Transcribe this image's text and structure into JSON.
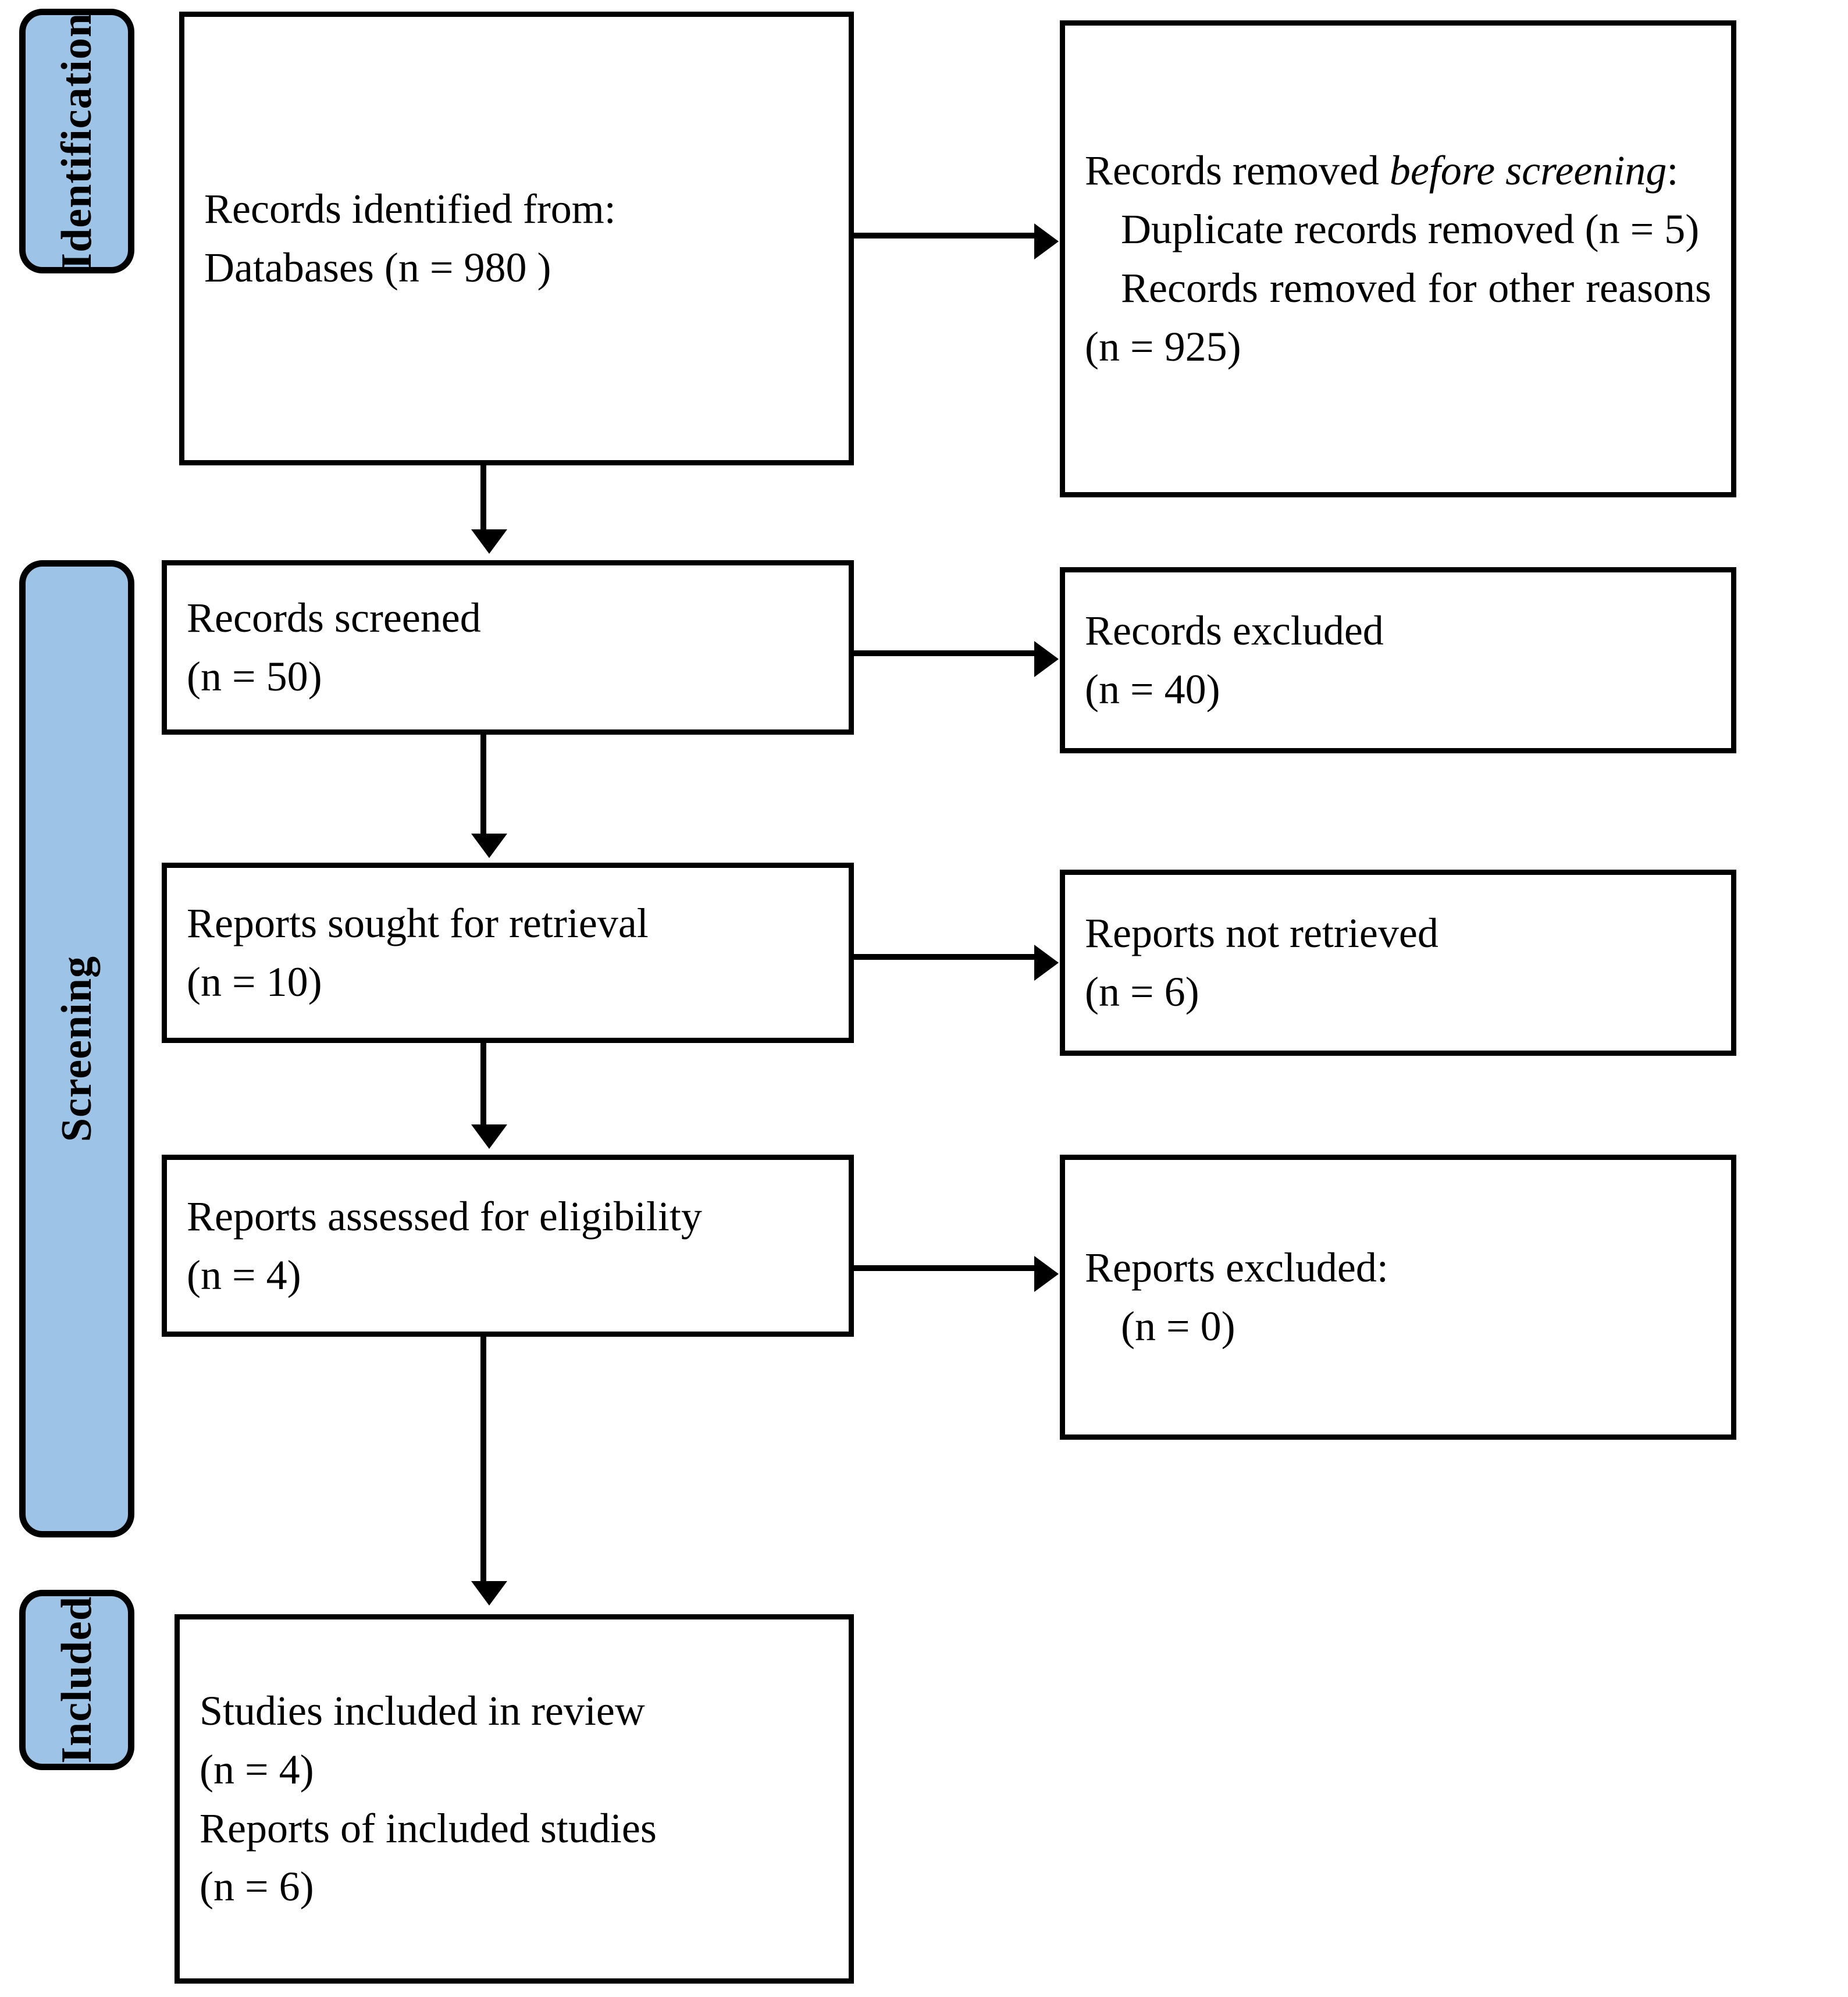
{
  "diagram": {
    "type": "prisma-flow-diagram",
    "accent_color": "#9DC3E6",
    "border_color": "#000000",
    "background_color": "#FFFFFF"
  },
  "stages": [
    {
      "id": "identification",
      "label": "Identification"
    },
    {
      "id": "screening",
      "label": "Screening"
    },
    {
      "id": "included",
      "label": "Included"
    }
  ],
  "boxes": {
    "records_identified": {
      "line1": "Records identified from:",
      "line2": "Databases (n = 980 )"
    },
    "records_removed_before_screening": {
      "line1": "Records removed ",
      "line1_italic": "before screening",
      "line1_tail": ":",
      "line2": "Duplicate records removed (n = 5)",
      "line3": "Records removed for other reasons (n = 925)"
    },
    "records_screened": {
      "line1": "Records screened",
      "line2": "(n = 50)"
    },
    "records_excluded": {
      "line1": "Records excluded",
      "line2": "(n = 40)"
    },
    "reports_sought": {
      "line1": "Reports sought for retrieval",
      "line2": "(n = 10)"
    },
    "reports_not_retrieved": {
      "line1": "Reports not retrieved",
      "line2": "(n = 6)"
    },
    "reports_assessed": {
      "line1": "Reports assessed for eligibility",
      "line2": "(n = 4)"
    },
    "reports_excluded": {
      "line1": "Reports excluded:",
      "line2": "(n = 0)"
    },
    "studies_included": {
      "line1": "Studies included in review",
      "line2": "(n = 4)",
      "line3": "Reports of included studies",
      "line4": "(n = 6)"
    }
  },
  "chart_data": {
    "type": "diagram",
    "title": "PRISMA 2020 flow diagram",
    "nodes": [
      {
        "id": "records_identified",
        "stage": "Identification",
        "label": "Records identified from: Databases",
        "n": 980
      },
      {
        "id": "records_removed_before_screening",
        "stage": "Identification",
        "label": "Records removed before screening",
        "duplicate_records_removed": 5,
        "records_removed_other_reasons": 925
      },
      {
        "id": "records_screened",
        "stage": "Screening",
        "label": "Records screened",
        "n": 50
      },
      {
        "id": "records_excluded",
        "stage": "Screening",
        "label": "Records excluded",
        "n": 40
      },
      {
        "id": "reports_sought",
        "stage": "Screening",
        "label": "Reports sought for retrieval",
        "n": 10
      },
      {
        "id": "reports_not_retrieved",
        "stage": "Screening",
        "label": "Reports not retrieved",
        "n": 6
      },
      {
        "id": "reports_assessed",
        "stage": "Screening",
        "label": "Reports assessed for eligibility",
        "n": 4
      },
      {
        "id": "reports_excluded",
        "stage": "Screening",
        "label": "Reports excluded",
        "n": 0
      },
      {
        "id": "studies_included",
        "stage": "Included",
        "label": "Studies included in review",
        "n": 4,
        "reports_of_included_studies": 6
      }
    ],
    "edges": [
      {
        "from": "records_identified",
        "to": "records_removed_before_screening",
        "direction": "right"
      },
      {
        "from": "records_identified",
        "to": "records_screened",
        "direction": "down"
      },
      {
        "from": "records_screened",
        "to": "records_excluded",
        "direction": "right"
      },
      {
        "from": "records_screened",
        "to": "reports_sought",
        "direction": "down"
      },
      {
        "from": "reports_sought",
        "to": "reports_not_retrieved",
        "direction": "right"
      },
      {
        "from": "reports_sought",
        "to": "reports_assessed",
        "direction": "down"
      },
      {
        "from": "reports_assessed",
        "to": "reports_excluded",
        "direction": "right"
      },
      {
        "from": "reports_assessed",
        "to": "studies_included",
        "direction": "down"
      }
    ]
  }
}
